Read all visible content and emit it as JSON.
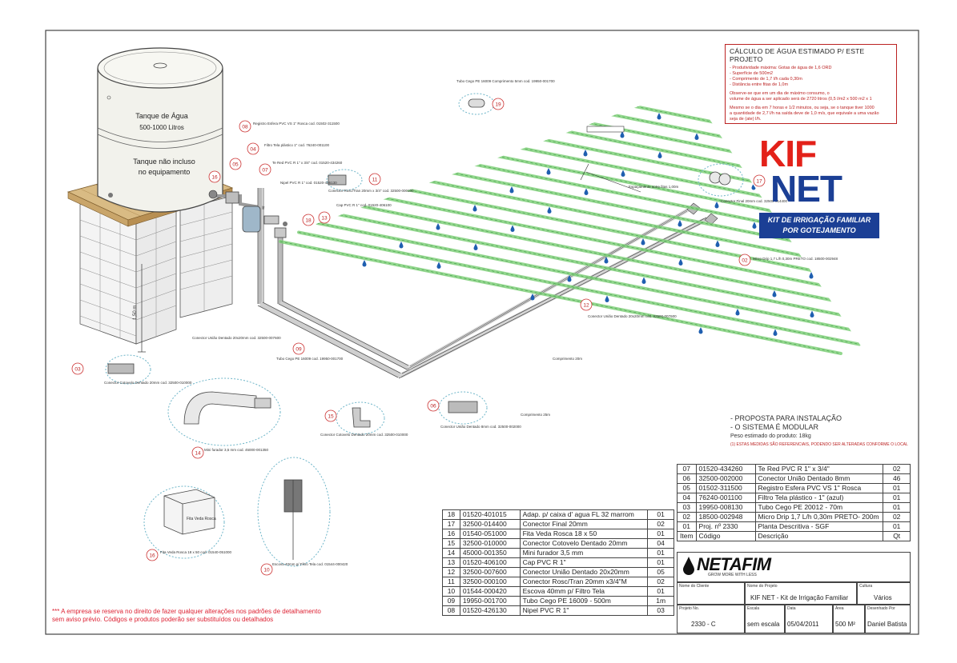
{
  "calc": {
    "title": "CÁLCULO DE ÁGUA ESTIMADO P/ ESTE PROJETO",
    "lines": [
      "- Produtividade máxima: Gotas de água de 1,6 ORD",
      "- Superfície de 500m2",
      "- Comprimento de 1,7 l/h cada 0,30m",
      "- Distância entre fitas de 1,0m",
      "",
      "Observe-se que em um dia de máximo consumo, o",
      "volume de água a ser aplicado será de 2720 litros (0,5 l/m2 x 500 m2 x 1",
      "",
      "Mesmo se o dia em 7 horas e 1/2 minutos, ou seja, se o tanque tiver 1000",
      "a quantidade de 2,7 l/h na saída deve de 1,0 m/s, que equivale a uma vazão",
      "seja de (ate) l/h."
    ]
  },
  "logo": {
    "line1": "KIF",
    "line2": "NET",
    "band1": "KIT DE IRRIGAÇÃO FAMILIAR",
    "band2": "POR GOTEJAMENTO"
  },
  "tank": {
    "label1": "Tanque de Água",
    "label2": "500-1000 Litros",
    "label3": "Tanque não incluso",
    "label4": "no equipamento",
    "height_label": "1,50 m"
  },
  "note": {
    "line1": "- PROPOSTA PARA INSTALAÇÃO",
    "line2": "- O SISTEMA É MODULAR",
    "line3": "Peso estimado do produto: 18kg",
    "line4": "(1) ESTAS MEDIDAS SÃO REFERENCIAIS, PODENDO SER ALTERADAS CONFORME O LOCAL"
  },
  "table_right": [
    [
      "07",
      "01520-434260",
      "Te Red PVC R 1\" x 3/4\"",
      "02"
    ],
    [
      "06",
      "32500-002000",
      "Conector União Dentado 8mm",
      "46"
    ],
    [
      "05",
      "01502-311500",
      "Registro Esfera PVC VS 1\" Rosca",
      "01"
    ],
    [
      "04",
      "76240-001100",
      "Filtro Tela plástico - 1\" (azul)",
      "01"
    ],
    [
      "03",
      "19950-008130",
      "Tubo Cego PE 20012 - 70m",
      "01"
    ],
    [
      "02",
      "18500-002948",
      "Micro Drip 1,7 L/h 0,30m PRETO- 200m",
      "02"
    ],
    [
      "01",
      "Proj. nº 2330",
      "Planta Descritiva - SGF",
      "01"
    ],
    [
      "Item",
      "Código",
      "Descrição",
      "Qt"
    ]
  ],
  "table_left": [
    [
      "18",
      "01520-401015",
      "Adap. p/ caixa d' agua FL 32 marrom",
      "01"
    ],
    [
      "17",
      "32500-014400",
      "Conector Final 20mm",
      "02"
    ],
    [
      "16",
      "01540-051000",
      "Fita Veda Rosca 18 x 50",
      "01"
    ],
    [
      "15",
      "32500-010000",
      "Conector Cotovelo Dentado 20mm",
      "04"
    ],
    [
      "14",
      "45000-001350",
      "Mini furador 3,5 mm",
      "01"
    ],
    [
      "13",
      "01520-406100",
      "Cap PVC R  1\"",
      "01"
    ],
    [
      "12",
      "32500-007600",
      "Conector União Dentado 20x20mm",
      "05"
    ],
    [
      "11",
      "32500-000100",
      "Conector Rosc/Tran 20mm x3/4\"M",
      "02"
    ],
    [
      "10",
      "01544-000420",
      "Escova 40mm p/ Filtro Tela",
      "01"
    ],
    [
      "09",
      "19950-001700",
      "Tubo Cego PE 16009 - 500m",
      "1m"
    ],
    [
      "08",
      "01520-426130",
      "Nipel PVC R  1\"",
      "03"
    ]
  ],
  "title_block": {
    "brand": "NETAFIM",
    "brand_tag": "GROW MORE WITH LESS",
    "col_client": "Nome do Cliente",
    "col_project": "Nome do Projeto",
    "col_culture": "Cultura",
    "project": "KIF NET - Kit de Irrigação Familiar",
    "culture": "Vários",
    "lbl_projno": "Projeto No.",
    "lbl_scale": "Escala",
    "lbl_date": "Data",
    "lbl_area": "Área",
    "lbl_drawn": "Desenhado Por",
    "projno": "2330 - C",
    "scale": "sem escala",
    "date": "05/04/2011",
    "area": "500 M²",
    "drawn": "Daniel Batista"
  },
  "disclaimer": {
    "line1": "*** A empresa se reserva no direito de fazer qualquer alterações nos padrões de detalhamento",
    "line2": "sem aviso prévio. Códigos e produtos poderão ser substituídos ou detalhados"
  },
  "callouts": {
    "c05": "Registro Esfera PVC VS 1\" Rosca cod. 01502-311500",
    "c04": "Filtro Tela plástico 1\" cod. 76240-001100",
    "c07": "Te Red PVC R 1\" x 3/4\" cod. 01520-434260",
    "c08": "Nipel PVC R 1\" cod. 01520-426130",
    "c11": "Conector Rosc/Tran 20mm x 3/4\" cod. 32500-000100",
    "c13": "Cap PVC R 1\" cod. 01520-406100",
    "c18": "Tubo Cego PE 16009 Comprimento 5mm cod. 19950-001700",
    "c02": "Micro Drip 1,7 L/h 0,30m PRETO cod. 18500-002948",
    "c17": "Conector Final 20mm cod. 32500-014400",
    "c12": "Conector União Dentado 20x20mm cod. 32500-007600",
    "c09": "Tubo Cego PE 16009 cod. 19950-001700",
    "c15": "Conector Cotovelo Dentado 20mm cod. 32500-010000",
    "c06": "Conector União Dentado 8mm cod. 32500-002000",
    "c14": "Mini furador 3,5 mm cod. 45000-001350",
    "c16": "Fita Veda Rosca 18 x 50 cod. 01540-051000",
    "c10": "Escova 40mm p/ Filtro Tela cod. 01544-000420",
    "c03": "Conector Cotovelo Dentado 20mm cod. 32500-010000",
    "c19": "Conector União Dentado 20x20mm cod. 32500-007600",
    "spacing": "Espaçamento entre fitas 1,00m",
    "len1": "Comprimento 25m",
    "len2": "Comprimento 20m",
    "fita": "Fita Veda Rosca"
  },
  "marker_numbers": {
    "n16": "16",
    "n05": "05",
    "n04": "04",
    "n07": "07",
    "n08": "08",
    "n11": "11",
    "n13": "13",
    "n18": "18",
    "n02": "02",
    "n17": "17",
    "n12": "12",
    "n09": "09",
    "n15": "15",
    "n06": "06",
    "n14": "14",
    "n16b": "16",
    "n10": "10",
    "n03": "03",
    "n19": "19"
  }
}
